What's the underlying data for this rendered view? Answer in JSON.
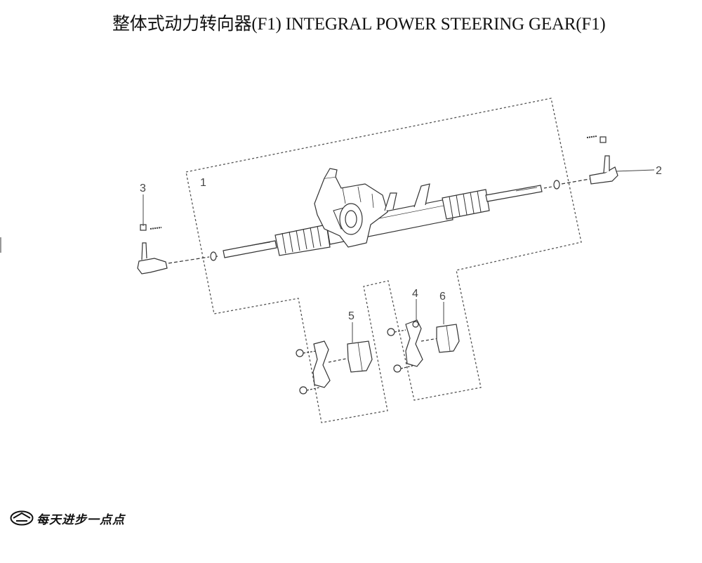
{
  "page": {
    "title": "整体式动力转向器(F1)  INTEGRAL POWER STEERING GEAR(F1)"
  },
  "diagram": {
    "callouts": [
      {
        "id": "1",
        "label": "1"
      },
      {
        "id": "2",
        "label": "2"
      },
      {
        "id": "3",
        "label": "3"
      },
      {
        "id": "4",
        "label": "4"
      },
      {
        "id": "5",
        "label": "5"
      },
      {
        "id": "6",
        "label": "6"
      }
    ],
    "line_color": "#444444",
    "dash_color": "#555555"
  },
  "footer": {
    "logo_icon": "automaker-logo-icon",
    "slogan": "每天进步一点点"
  }
}
